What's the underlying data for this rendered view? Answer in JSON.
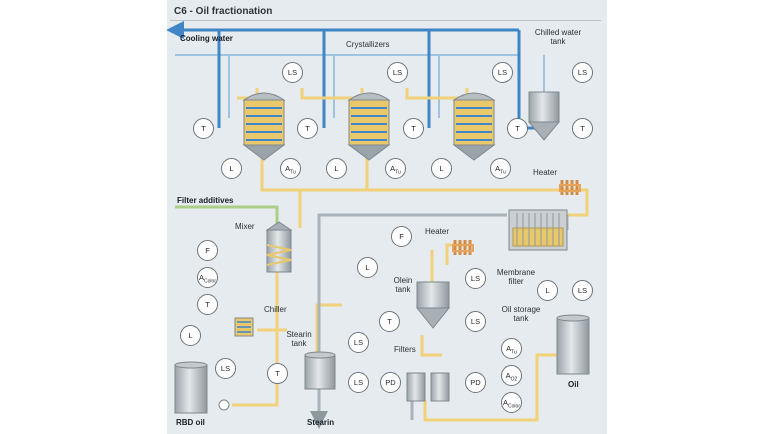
{
  "title": "C6 - Oil fractionation",
  "labels": {
    "cooling_water": "Cooling water",
    "crystallizers": "Crystallizers",
    "chilled_water_tank": "Chilled water tank",
    "heater_top": "Heater",
    "filter_additives": "Filter additives",
    "mixer": "Mixer",
    "heater_mid": "Heater",
    "membrane_filter": "Membrane filter",
    "olein_tank": "Olein tank",
    "oil_storage_tank": "Oil storage tank",
    "chiller": "Chiller",
    "stearin_tank": "Stearin tank",
    "filters": "Filters",
    "oil": "Oil",
    "rbd_oil": "RBD oil",
    "stearin": "Stearin"
  },
  "instruments": [
    {
      "id": "ls1",
      "tag": "LS",
      "sub": ""
    },
    {
      "id": "ls2",
      "tag": "LS",
      "sub": ""
    },
    {
      "id": "ls3",
      "tag": "LS",
      "sub": ""
    },
    {
      "id": "ls4",
      "tag": "LS",
      "sub": ""
    },
    {
      "id": "t1",
      "tag": "T",
      "sub": ""
    },
    {
      "id": "t2",
      "tag": "T",
      "sub": ""
    },
    {
      "id": "t3",
      "tag": "T",
      "sub": ""
    },
    {
      "id": "t4",
      "tag": "T",
      "sub": ""
    },
    {
      "id": "t5",
      "tag": "T",
      "sub": ""
    },
    {
      "id": "t6",
      "tag": "T",
      "sub": ""
    },
    {
      "id": "l1",
      "tag": "L",
      "sub": ""
    },
    {
      "id": "l2",
      "tag": "L",
      "sub": ""
    },
    {
      "id": "l3",
      "tag": "L",
      "sub": ""
    },
    {
      "id": "atu1",
      "tag": "A",
      "sub": "Tu"
    },
    {
      "id": "atu2",
      "tag": "A",
      "sub": "Tu"
    },
    {
      "id": "atu3",
      "tag": "A",
      "sub": "Tu"
    },
    {
      "id": "f1",
      "tag": "F",
      "sub": ""
    },
    {
      "id": "acol1",
      "tag": "A",
      "sub": "Color"
    },
    {
      "id": "t7",
      "tag": "T",
      "sub": ""
    },
    {
      "id": "l4",
      "tag": "L",
      "sub": ""
    },
    {
      "id": "ls5",
      "tag": "LS",
      "sub": ""
    },
    {
      "id": "f2",
      "tag": "F",
      "sub": ""
    },
    {
      "id": "l5",
      "tag": "L",
      "sub": ""
    },
    {
      "id": "ls6",
      "tag": "LS",
      "sub": ""
    },
    {
      "id": "ls7",
      "tag": "LS",
      "sub": ""
    },
    {
      "id": "t8",
      "tag": "T",
      "sub": ""
    },
    {
      "id": "l6",
      "tag": "L",
      "sub": ""
    },
    {
      "id": "ls8",
      "tag": "LS",
      "sub": ""
    },
    {
      "id": "ls9",
      "tag": "LS",
      "sub": ""
    },
    {
      "id": "t9",
      "tag": "T",
      "sub": ""
    },
    {
      "id": "ls10",
      "tag": "LS",
      "sub": ""
    },
    {
      "id": "pd1",
      "tag": "PD",
      "sub": ""
    },
    {
      "id": "pd2",
      "tag": "PD",
      "sub": ""
    },
    {
      "id": "atu4",
      "tag": "A",
      "sub": "Tu"
    },
    {
      "id": "ao2",
      "tag": "A",
      "sub": "O2"
    },
    {
      "id": "acol2",
      "tag": "A",
      "sub": "Color"
    }
  ],
  "colors": {
    "background": "#e6ebef",
    "cooling_water_pipe": "#3f86c6",
    "oil_pipe": "#f1d27a",
    "process_pipe": "#a9b3ba",
    "additive_pipe": "#a9cf8a",
    "vessel": "#c3c9cd",
    "oil_fill": "#e8c86a"
  }
}
